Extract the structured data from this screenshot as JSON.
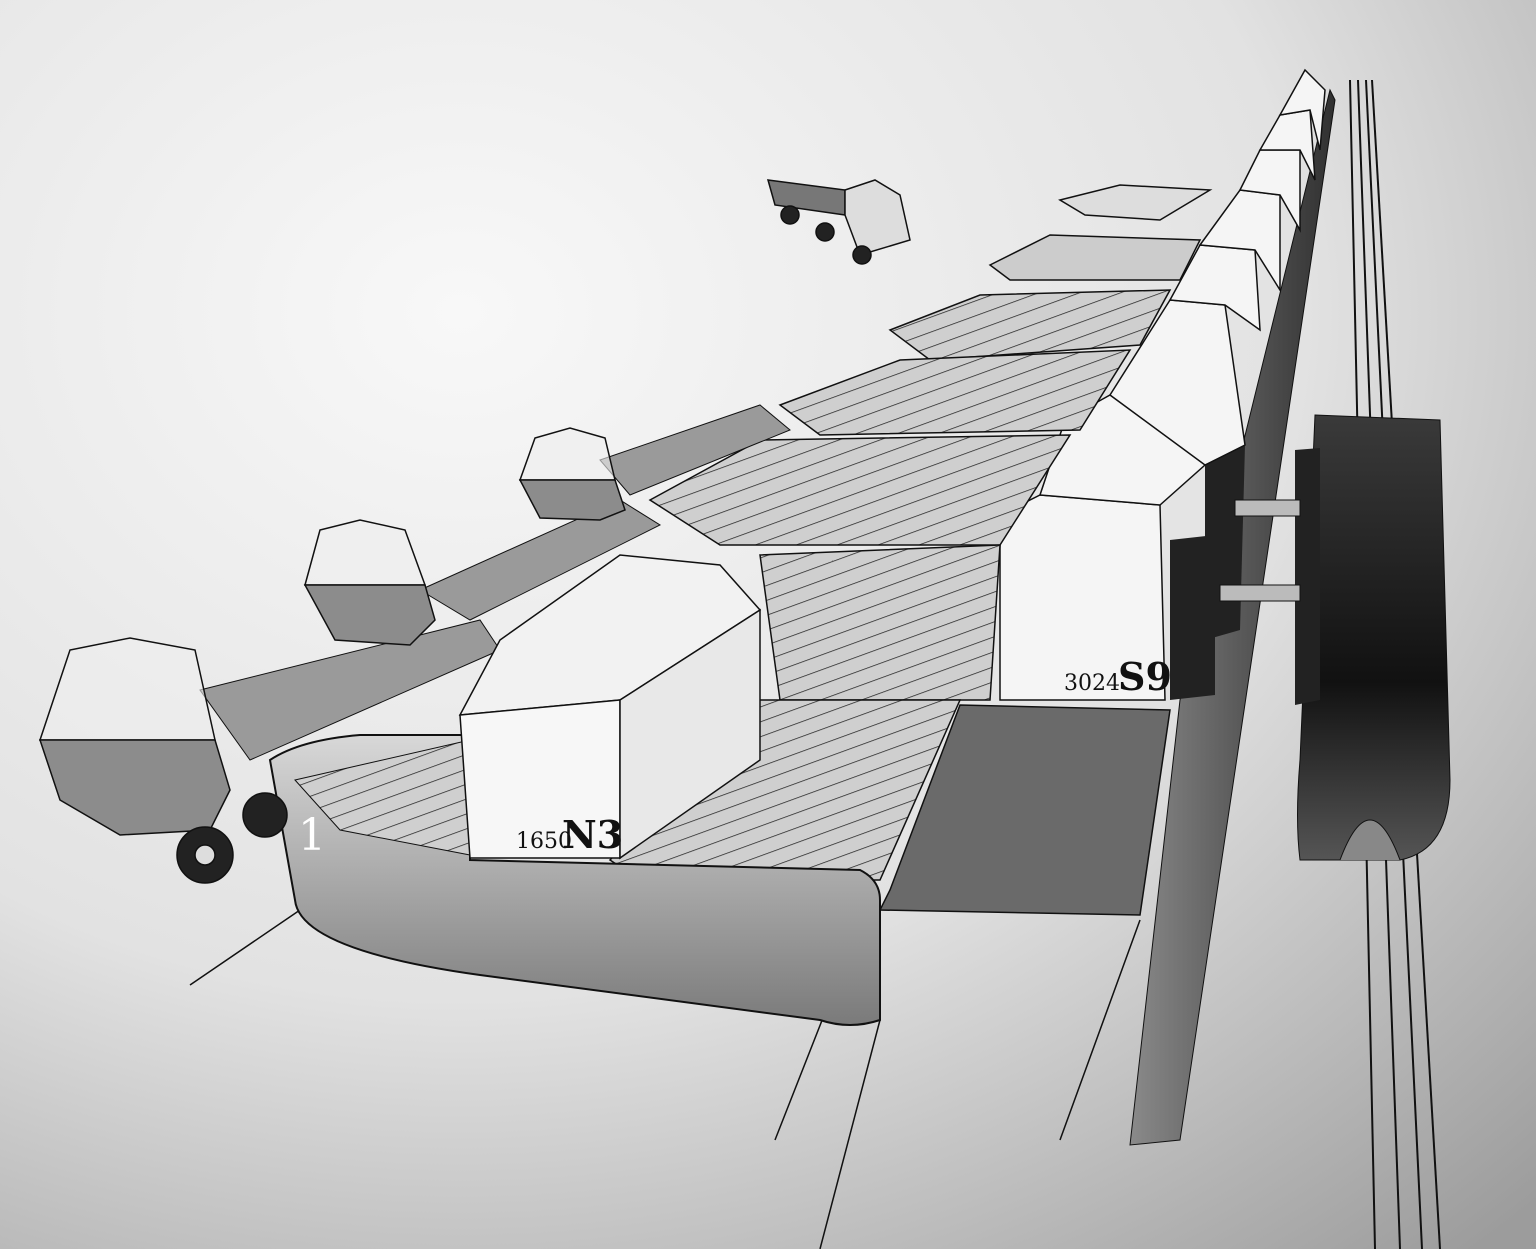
{
  "image": {
    "style": "monochrome airbrush technical illustration",
    "palette": {
      "background_light": "#f4f4f4",
      "background_dark": "#9a9a9a",
      "ink": "#111111",
      "panel_white": "#f7f7f7"
    }
  },
  "labels": {
    "bay_number": "1",
    "block_n3_code": "1650",
    "block_n3_id": "N3",
    "block_s9_code": "3024",
    "block_s9_id": "S9"
  }
}
